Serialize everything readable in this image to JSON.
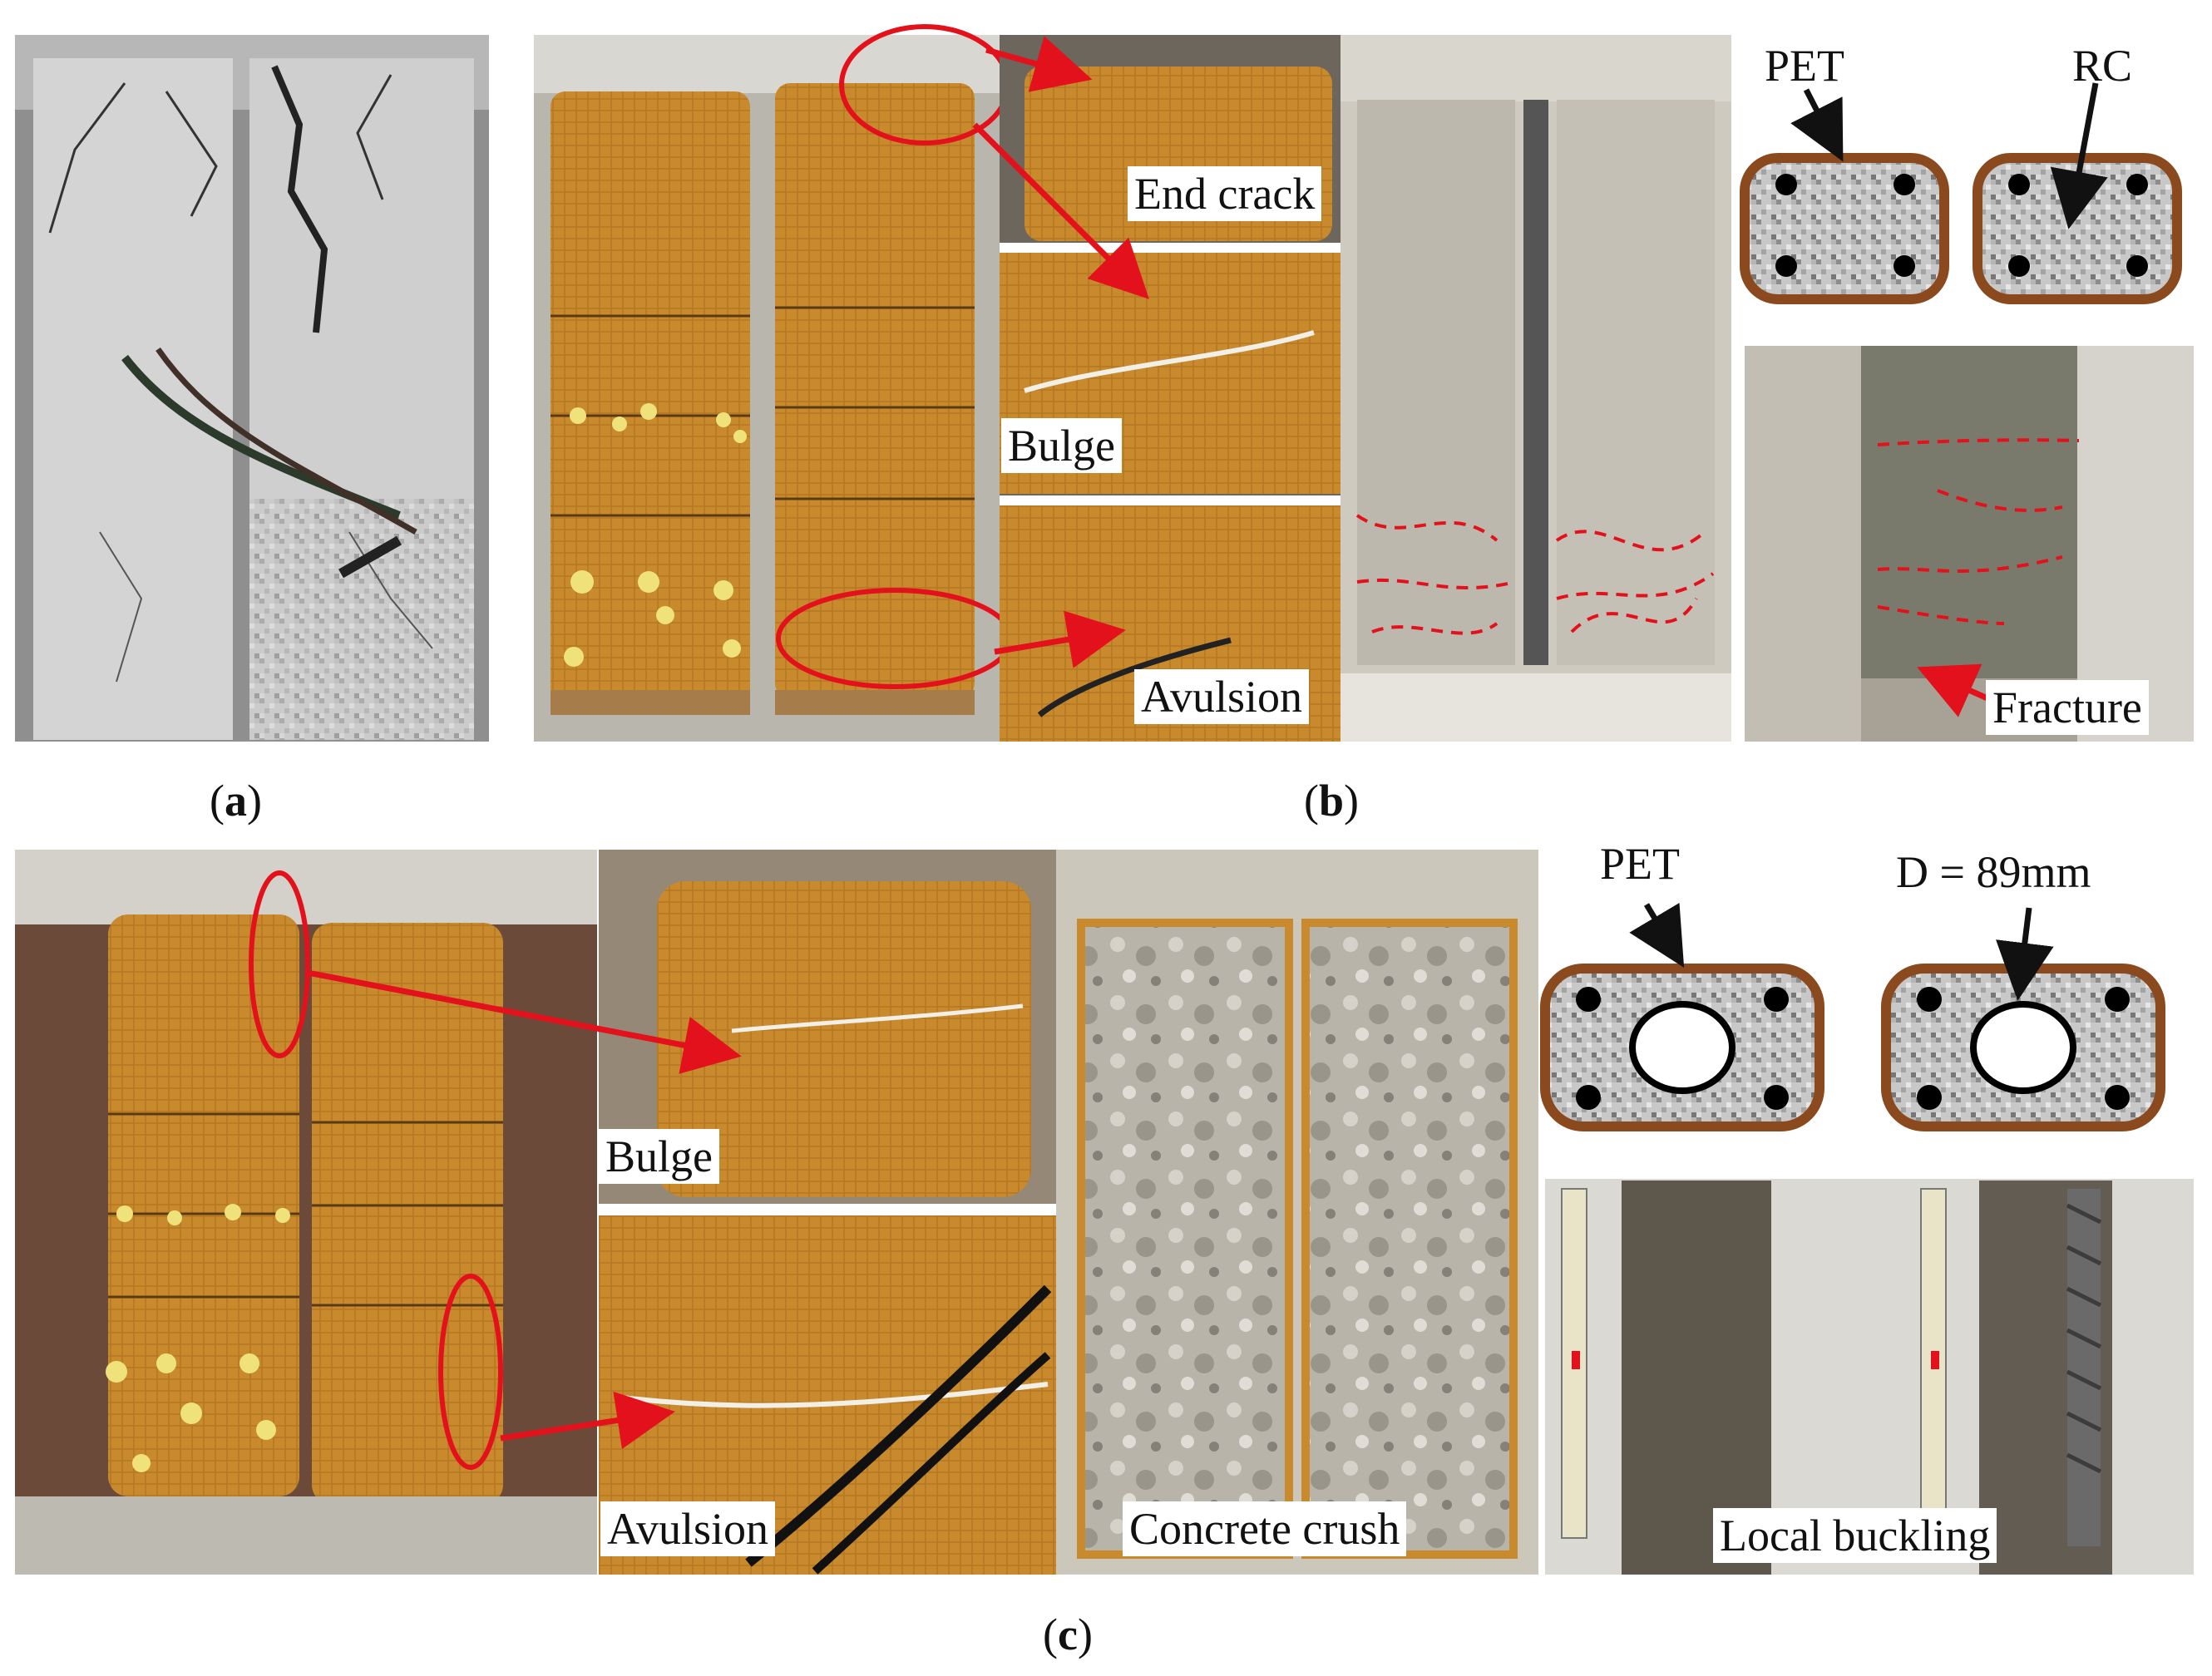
{
  "panels": {
    "a": {
      "caption_open": "(",
      "caption_letter": "a",
      "caption_close": ")"
    },
    "b": {
      "caption_open": "(",
      "caption_letter": "b",
      "caption_close": ")"
    },
    "c": {
      "caption_open": "(",
      "caption_letter": "c",
      "caption_close": ")"
    }
  },
  "labels": {
    "end_crack": "End crack",
    "bulge_b": "Bulge",
    "avulsion_b": "Avulsion",
    "fracture": "Fracture",
    "pet_b": "PET",
    "rc": "RC",
    "bulge_c": "Bulge",
    "avulsion_c": "Avulsion",
    "concrete_crush": "Concrete crush",
    "pet_c": "PET",
    "diameter": "D = 89mm",
    "local_buckling": "Local buckling"
  },
  "colors": {
    "annotation_red": "#e3111b",
    "frp_jacket": "#c98a2e",
    "section_border": "#8a4a1e",
    "concrete": "#cfcac0"
  }
}
